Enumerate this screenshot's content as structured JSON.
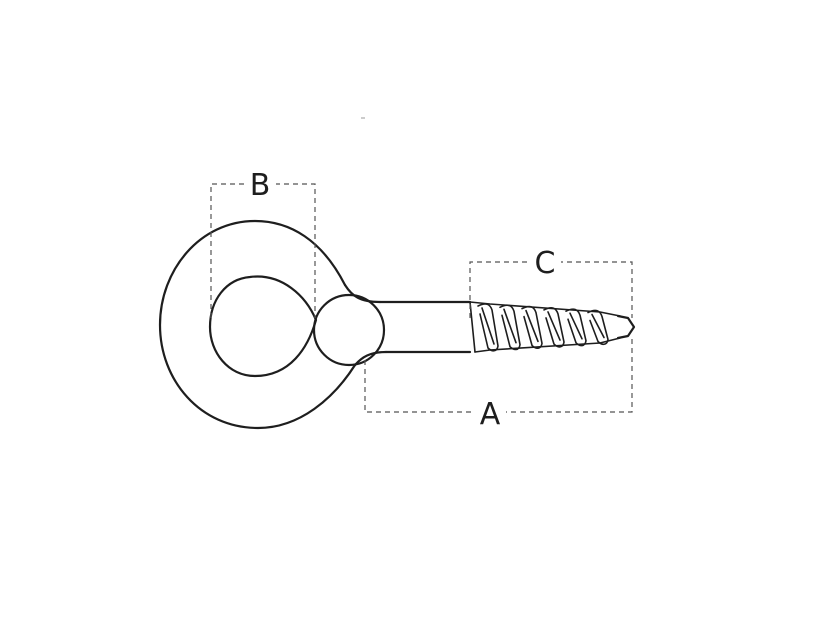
{
  "dimensions": {
    "a": "A",
    "b": "B",
    "c": "C"
  },
  "colors": {
    "line": "#1e1e1e",
    "dimension_line": "#555555",
    "background": "#ffffff"
  }
}
